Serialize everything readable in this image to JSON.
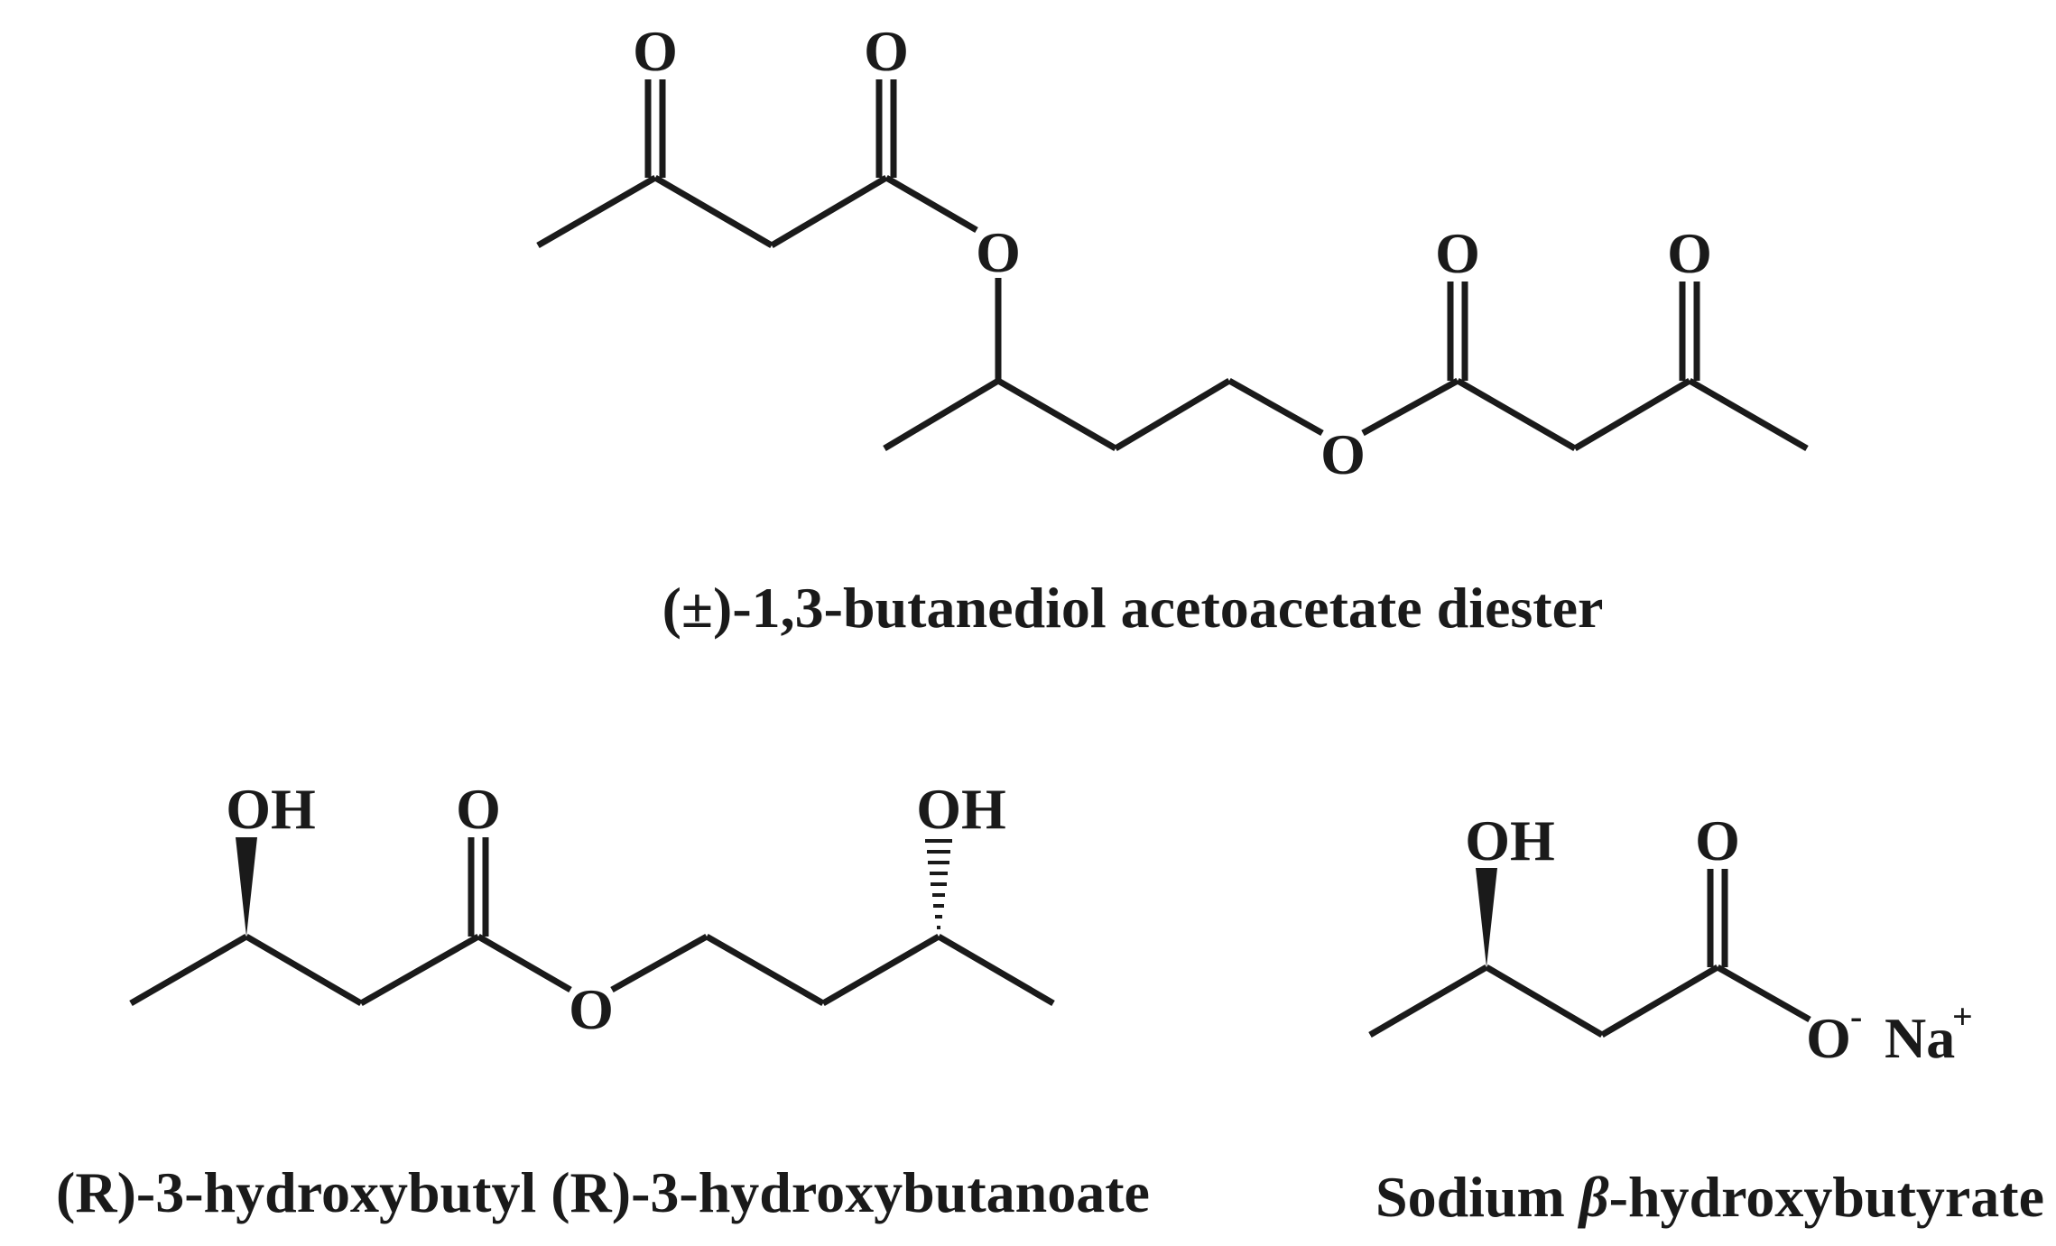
{
  "molecules": [
    {
      "caption": "(±)-1,3-butanediol acetoacetate diester",
      "atoms": {
        "o1": "O",
        "o2": "O",
        "o3": "O",
        "o4": "O",
        "o5": "O",
        "o6": "O"
      }
    },
    {
      "caption": "(R)-3-hydroxybutyl (R)-3-hydroxybutanoate",
      "atoms": {
        "oh1": "OH",
        "o1": "O",
        "o2": "O",
        "oh2": "OH"
      }
    },
    {
      "caption_prefix": "Sodium ",
      "caption_greek": "β",
      "caption_suffix": "-hydroxybutyrate",
      "atoms": {
        "oh": "OH",
        "o1": "O",
        "o2": "O",
        "o2_charge": "-",
        "na": "Na",
        "na_charge": "+"
      }
    }
  ],
  "colors": {
    "ink": "#1a1a1a",
    "background": "#ffffff"
  }
}
